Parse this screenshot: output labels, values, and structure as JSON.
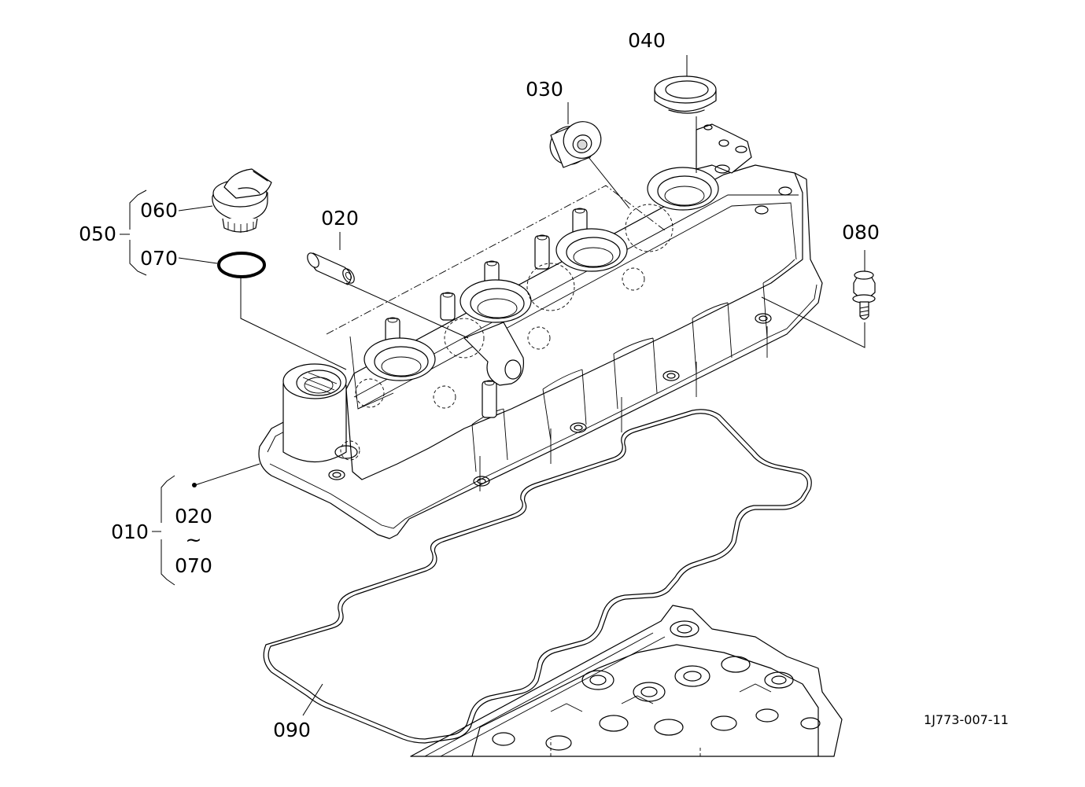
{
  "diagram": {
    "reference_code": "1J773-007-11",
    "labels": {
      "p010": "010",
      "p020": "020",
      "p030": "030",
      "p040": "040",
      "p050": "050",
      "p060": "060",
      "p070": "070",
      "p080": "080",
      "p090": "090",
      "range_from": "020",
      "range_sep": "~",
      "range_to": "070"
    }
  }
}
